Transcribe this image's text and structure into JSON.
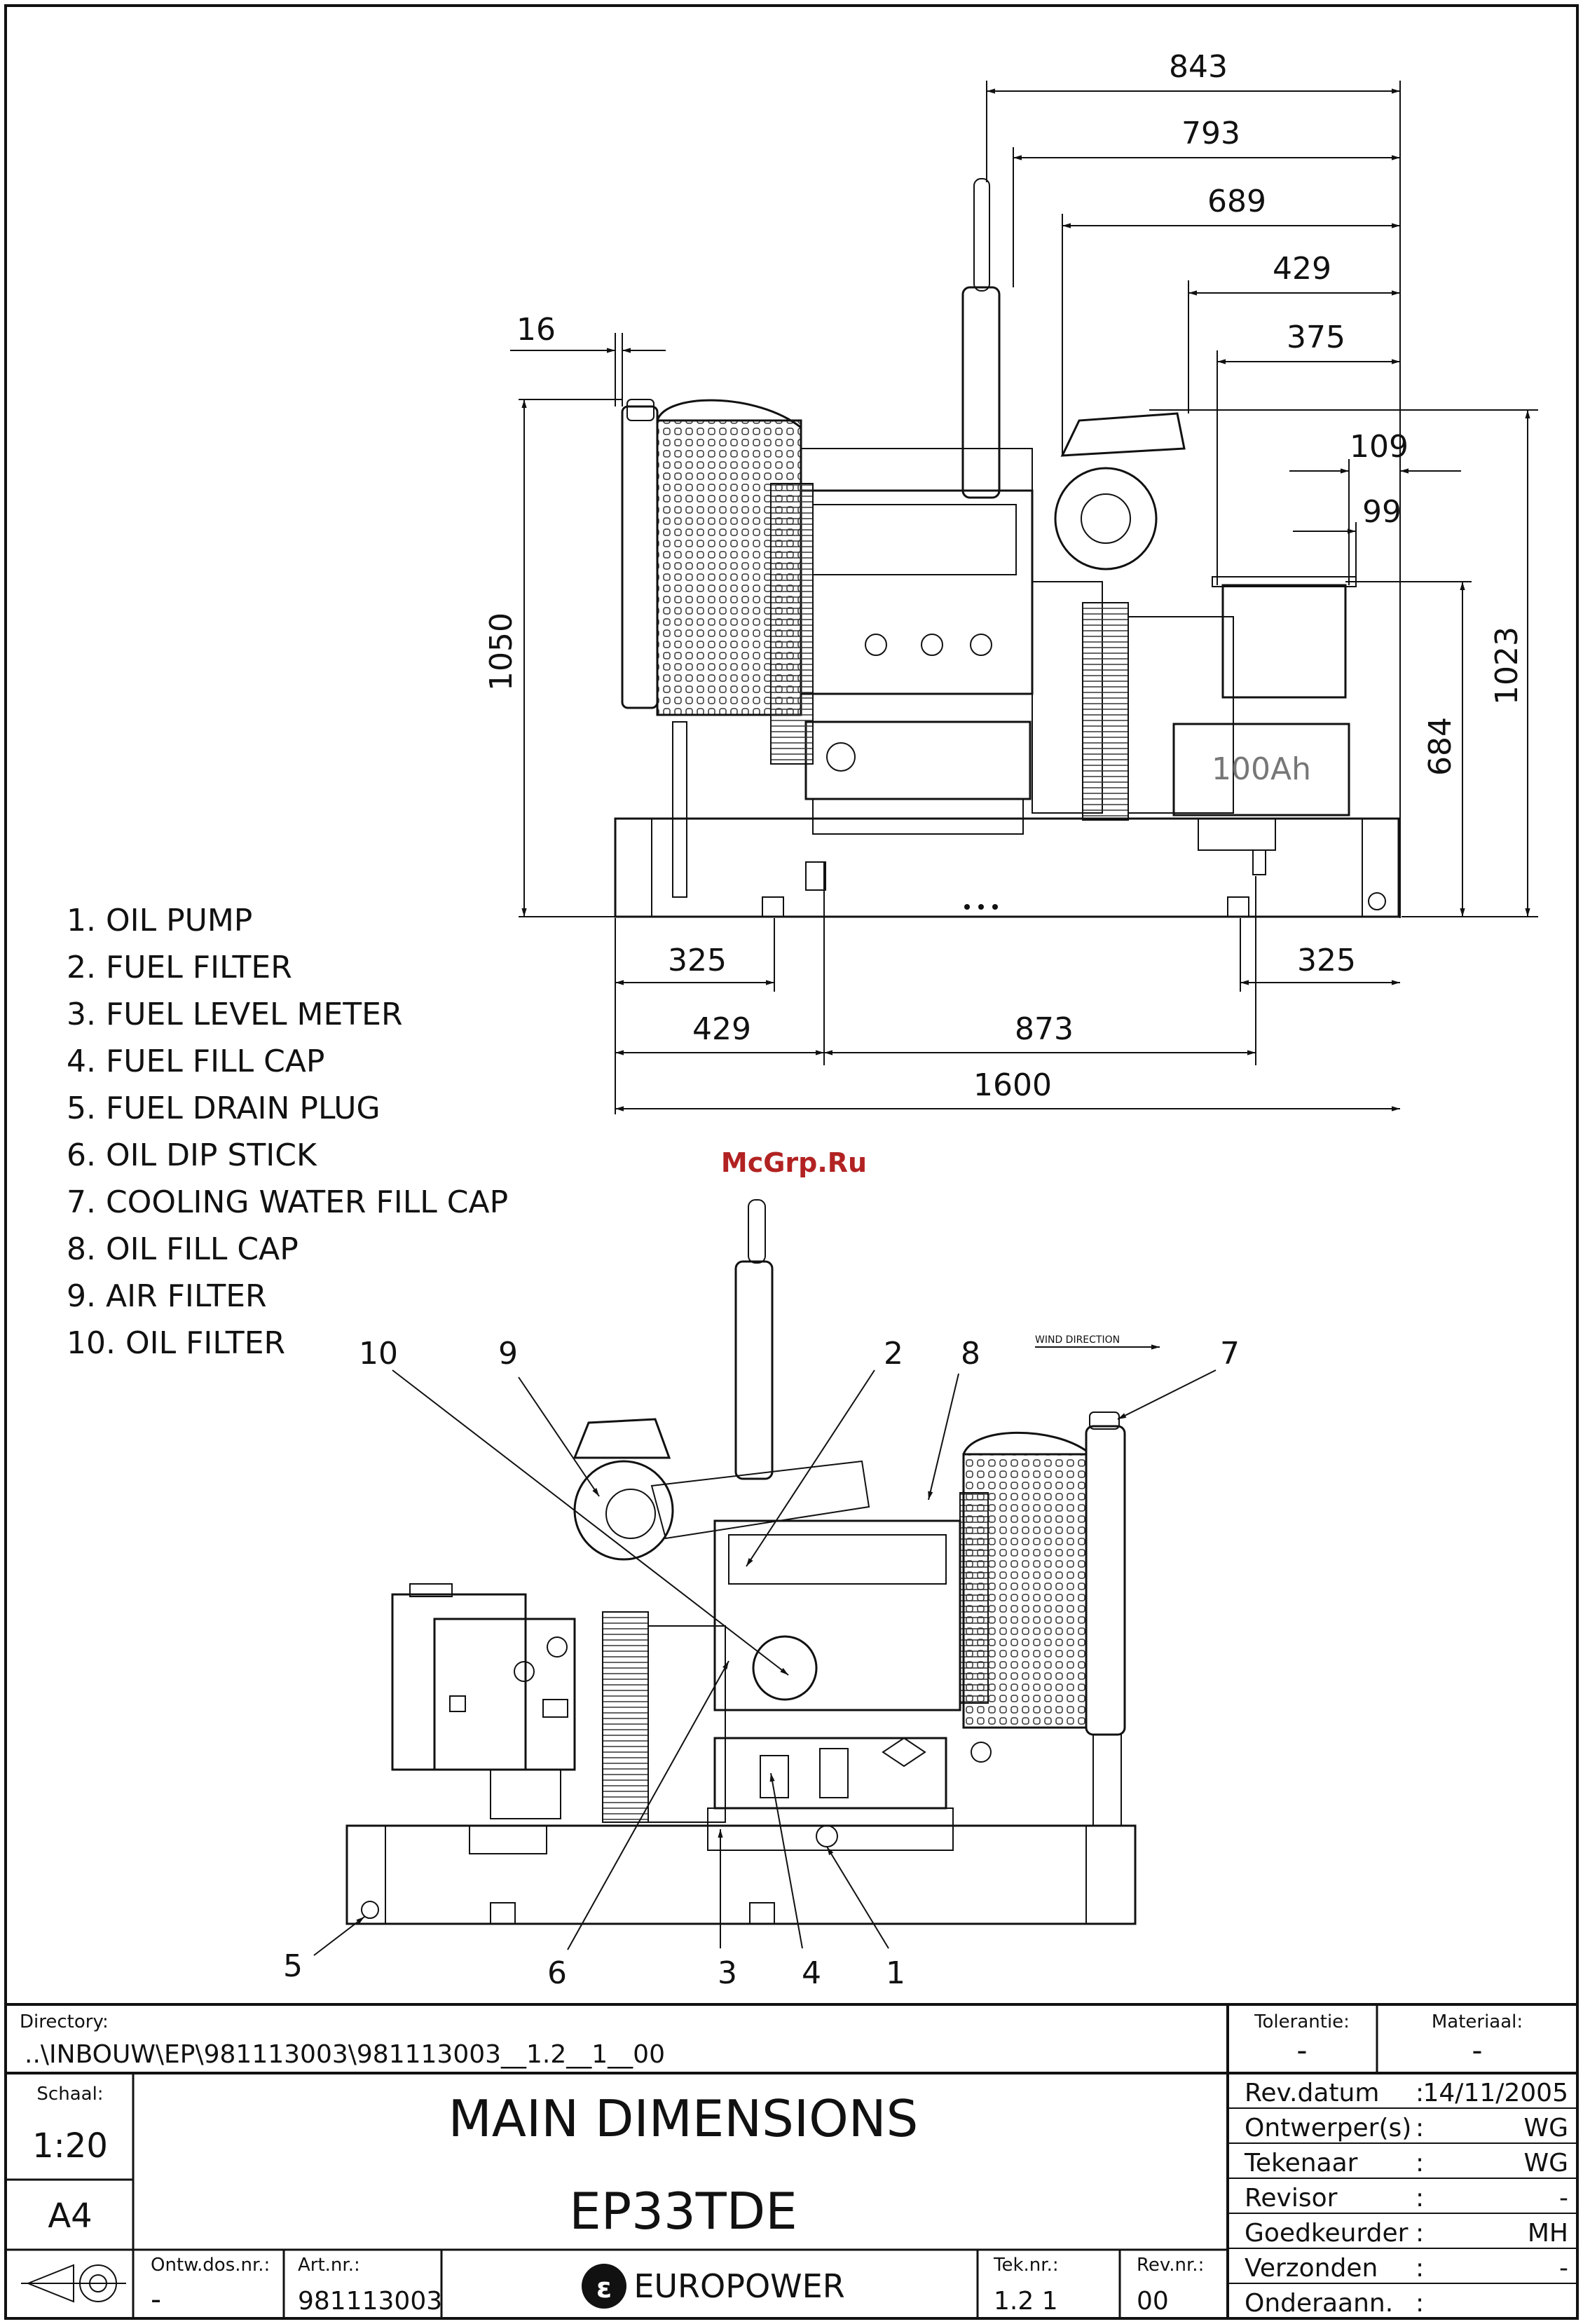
{
  "watermark": "McGrp.Ru",
  "wind_direction": "WIND DIRECTION",
  "legend": [
    "1. OIL PUMP",
    "2. FUEL FILTER",
    "3. FUEL LEVEL METER",
    "4. FUEL FILL CAP",
    "5. FUEL DRAIN PLUG",
    "6. OIL DIP STICK",
    "7. COOLING WATER FILL CAP",
    "8. OIL FILL CAP",
    "9. AIR FILTER",
    "10. OIL FILTER"
  ],
  "dimensions": {
    "top": [
      "843",
      "793",
      "689",
      "429",
      "375"
    ],
    "offset_left": "16",
    "height_total": "1050",
    "height_right": "1023",
    "height_mid": "684",
    "battery_w1": "109",
    "battery_w2": "99",
    "battery_label": "100Ah",
    "bottom_left_325": "325",
    "bottom_right_325": "325",
    "bottom_429": "429",
    "bottom_873": "873",
    "bottom_1600": "1600"
  },
  "callouts": [
    "10",
    "9",
    "2",
    "8",
    "7",
    "5",
    "6",
    "3",
    "4",
    "1"
  ],
  "title_block": {
    "directory_label": "Directory:",
    "directory_value": "..\\INBOUW\\EP\\981113003\\981113003__1.2__1__00",
    "tolerantie_label": "Tolerantie:",
    "tolerantie_value": "-",
    "materiaal_label": "Materiaal:",
    "materiaal_value": "-",
    "schaal_label": "Schaal:",
    "schaal_value": "1:20",
    "format": "A4",
    "title_line1": "MAIN DIMENSIONS",
    "title_line2": "EP33TDE",
    "ontw_label": "Ontw.dos.nr.:",
    "ontw_value": "-",
    "art_label": "Art.nr.:",
    "art_value": "981113003",
    "company": "EUROPOWER",
    "tek_label": "Tek.nr.:",
    "tek_value": "1.2 1",
    "rev_label": "Rev.nr.:",
    "rev_value": "00",
    "fields": [
      {
        "label": "Rev.datum",
        "value": "14/11/2005"
      },
      {
        "label": "Ontwerper(s)",
        "value": "WG"
      },
      {
        "label": "Tekenaar",
        "value": "WG"
      },
      {
        "label": "Revisor",
        "value": "-"
      },
      {
        "label": "Goedkeurder",
        "value": "MH"
      },
      {
        "label": "Verzonden",
        "value": "-"
      },
      {
        "label": "Onderaann.",
        "value": ""
      }
    ]
  }
}
